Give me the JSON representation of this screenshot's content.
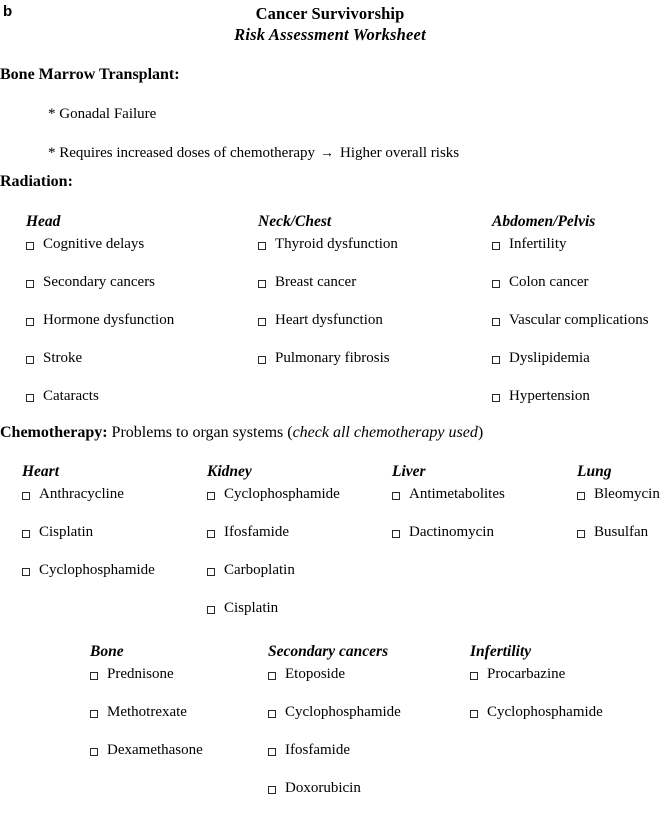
{
  "panel_letter": "b",
  "title": {
    "line1": "Cancer Survivorship",
    "line2": "Risk Assessment Worksheet"
  },
  "bmt": {
    "heading": "Bone Marrow Transplant:",
    "items": [
      "* Gonadal Failure",
      "* Requires increased doses of chemotherapy"
    ],
    "arrow": "→",
    "item2_tail": "Higher overall risks"
  },
  "radiation": {
    "heading": "Radiation:",
    "columns": [
      {
        "title": "Head",
        "items": [
          "Cognitive delays",
          "Secondary cancers",
          "Hormone dysfunction",
          "Stroke",
          "Cataracts"
        ]
      },
      {
        "title": "Neck/Chest",
        "items": [
          "Thyroid dysfunction",
          "Breast cancer",
          "Heart dysfunction",
          "Pulmonary fibrosis"
        ]
      },
      {
        "title": "Abdomen/Pelvis",
        "items": [
          "Infertility",
          "Colon cancer",
          "Vascular complications",
          "Dyslipidemia",
          "Hypertension"
        ]
      }
    ]
  },
  "chemotherapy": {
    "heading_bold": "Chemotherapy:",
    "heading_normal": "Problems to organ systems",
    "heading_paren_open": "(",
    "heading_italic": "check all chemotherapy used",
    "heading_paren_close": ")",
    "columns_row1": [
      {
        "title": "Heart",
        "items": [
          "Anthracycline",
          "Cisplatin",
          "Cyclophosphamide"
        ]
      },
      {
        "title": "Kidney",
        "items": [
          "Cyclophosphamide",
          "Ifosfamide",
          "Carboplatin",
          "Cisplatin"
        ]
      },
      {
        "title": "Liver",
        "items": [
          "Antimetabolites",
          "Dactinomycin"
        ]
      },
      {
        "title": "Lung",
        "items": [
          "Bleomycin",
          "Busulfan"
        ]
      }
    ],
    "columns_row2": [
      {
        "title": "Bone",
        "items": [
          "Prednisone",
          "Methotrexate",
          "Dexamethasone"
        ]
      },
      {
        "title": "Secondary cancers",
        "items": [
          "Etoposide",
          "Cyclophosphamide",
          "Ifosfamide",
          "Doxorubicin"
        ]
      },
      {
        "title": "Infertility",
        "items": [
          "Procarbazine",
          "Cyclophosphamide"
        ]
      }
    ]
  }
}
